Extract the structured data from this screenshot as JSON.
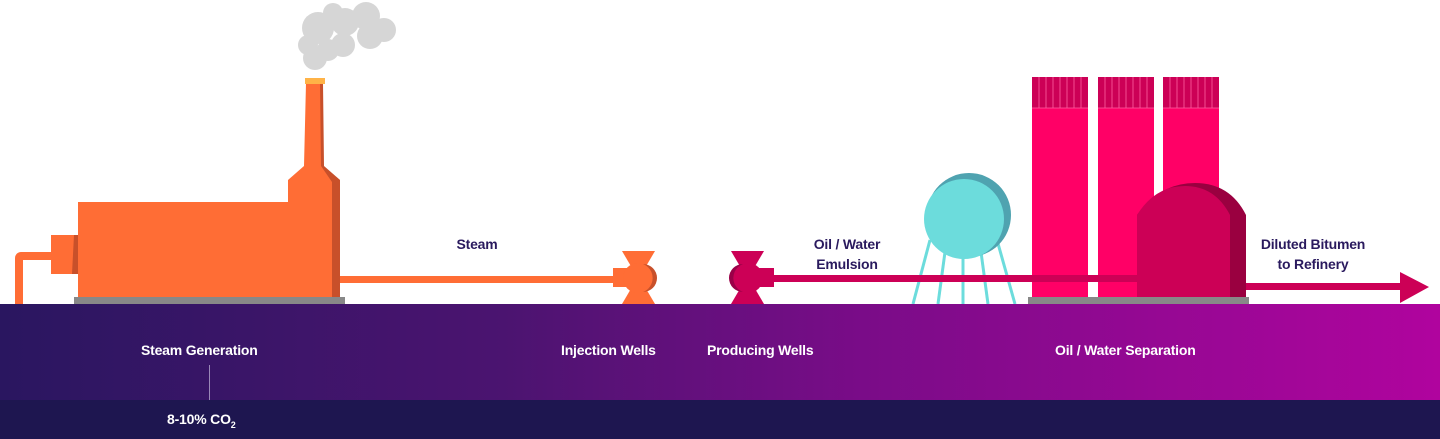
{
  "diagram": {
    "title": "Steam-assisted bitumen extraction process",
    "flow_labels": {
      "steam": "Steam",
      "emulsion_line1": "Oil / Water",
      "emulsion_line2": "Emulsion",
      "output_line1": "Diluted Bitumen",
      "output_line2": "to Refinery"
    },
    "stages": [
      {
        "label": "Steam Generation"
      },
      {
        "label": "Injection Wells"
      },
      {
        "label": "Producing Wells"
      },
      {
        "label": "Oil / Water Separation"
      }
    ],
    "emissions": {
      "value": "8-10% CO",
      "subscript": "2"
    },
    "colors": {
      "steam_plant": "#ff6d35",
      "steam_plant_shadow": "#c8502a",
      "chimney_cap": "#ffb347",
      "smoke": "#d6d6d6",
      "product_line": "#cc0056",
      "separator_towers": "#ff0066",
      "water_tank": "#6cdcdc",
      "water_tank_shadow": "#4fa3b0",
      "ground_slab": "#888888",
      "label_dark": "#2a1a5e",
      "footer_bg": "#1e1650"
    }
  }
}
